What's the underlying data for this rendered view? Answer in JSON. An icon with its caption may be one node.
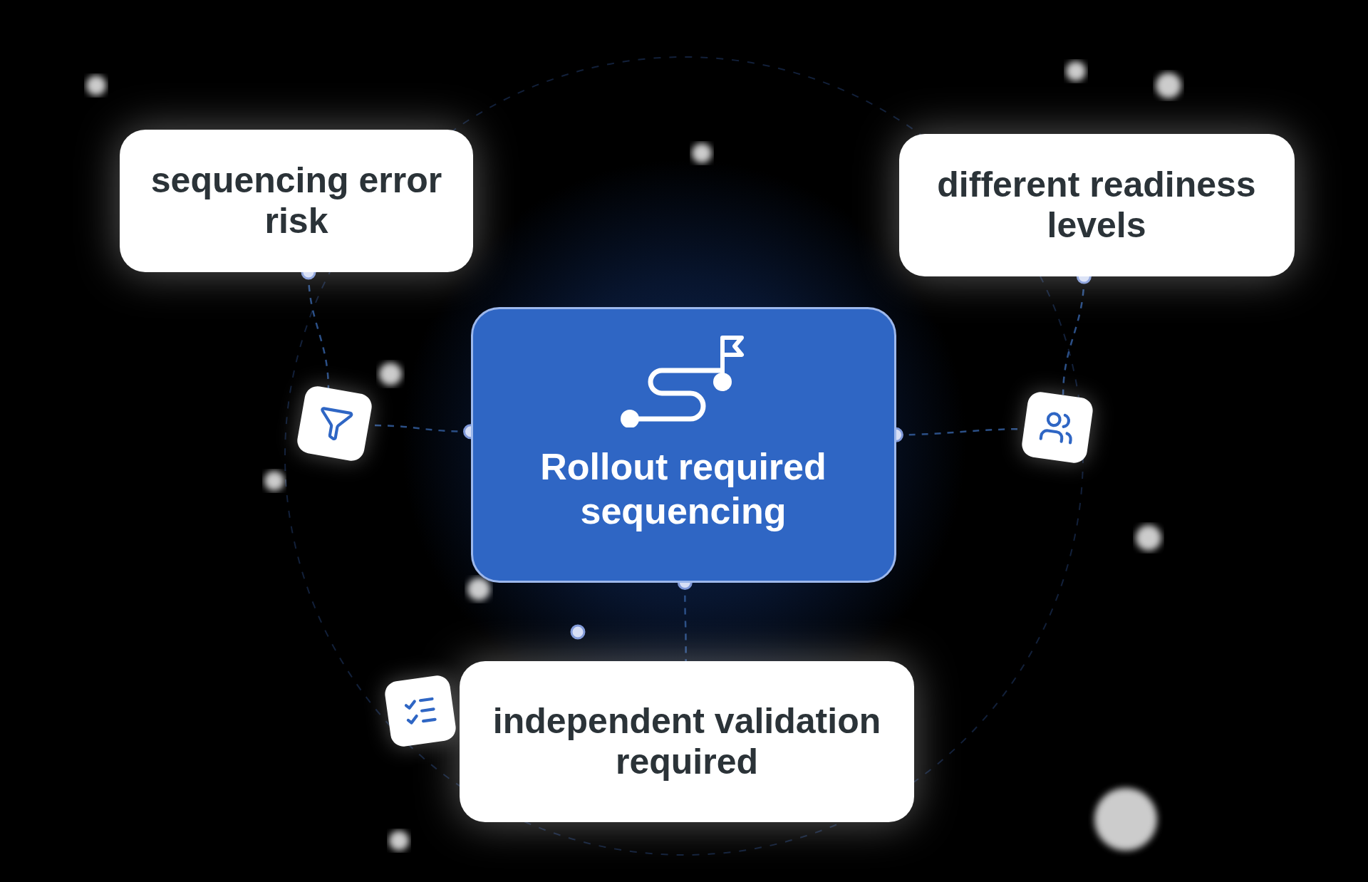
{
  "diagram": {
    "nodes": [
      {
        "text": [
          "Rollout required sequencing"
        ]
      },
      {
        "text": [
          "sequencing error risk"
        ]
      },
      {
        "text": [],
        "shape": "box"
      },
      {
        "text": [
          "different readiness levels"
        ]
      },
      {
        "text": [],
        "shape": "box"
      },
      {
        "text": [
          "independent validation required"
        ]
      },
      {
        "text": [],
        "shape": "box"
      }
    ],
    "edges": [
      {
        "from": 0,
        "to": 2,
        "arrow": "other",
        "style": "dashed"
      },
      {
        "from": 1,
        "to": 2,
        "arrow": "other",
        "style": "dashed"
      },
      {
        "from": 0,
        "to": 4,
        "arrow": "other",
        "style": "dashed"
      },
      {
        "from": 3,
        "to": 4,
        "arrow": "other",
        "style": "dashed"
      },
      {
        "from": 0,
        "to": 5,
        "arrow": "other",
        "style": "dashed"
      }
    ]
  }
}
